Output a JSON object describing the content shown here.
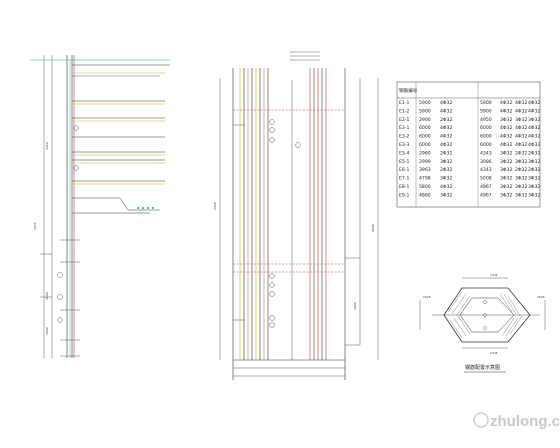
{
  "schedule_table": {
    "columns": [
      "钢筋编号",
      "",
      "",
      "",
      "",
      "",
      ""
    ],
    "rows": [
      [
        "E1-1",
        "5900",
        "4Φ32",
        "5900",
        "4Φ32",
        "4Φ32",
        "4Φ32"
      ],
      [
        "E1-2",
        "5900",
        "4Φ32",
        "5900",
        "4Φ32",
        "4Φ32",
        "4Φ32"
      ],
      [
        "E2-1",
        "2900",
        "2Φ32",
        "4950",
        "3Φ32",
        "3Φ32",
        "3Φ32"
      ],
      [
        "E3-1",
        "6000",
        "4Φ32",
        "6000",
        "4Φ32",
        "4Φ32",
        "4Φ32"
      ],
      [
        "E3-2",
        "6000",
        "4Φ32",
        "6000",
        "4Φ32",
        "4Φ32",
        "4Φ32"
      ],
      [
        "E3-3",
        "6000",
        "4Φ32",
        "6000",
        "4Φ32",
        "4Φ32",
        "4Φ32"
      ],
      [
        "E3-4",
        "2960",
        "2Φ32",
        "4343",
        "3Φ32",
        "2Φ32",
        "2Φ32"
      ],
      [
        "E5-1",
        "2999",
        "3Φ32",
        "3086",
        "3Φ32",
        "3Φ32",
        "3Φ32"
      ],
      [
        "E6-1",
        "3963",
        "2Φ32",
        "4343",
        "3Φ32",
        "2Φ32",
        "2Φ32"
      ],
      [
        "E7-1",
        "4798",
        "3Φ32",
        "5008",
        "3Φ32",
        "3Φ32",
        "3Φ32"
      ],
      [
        "E8-1",
        "5800",
        "4Φ32",
        "4967",
        "3Φ32",
        "3Φ32",
        "3Φ32"
      ],
      [
        "E9-1",
        "4880",
        "3Φ32",
        "4967",
        "3Φ32",
        "3Φ32",
        "3Φ32"
      ]
    ]
  },
  "section_caption": "钢筋配置示意图",
  "section_dims": {
    "top": "1/1Φ",
    "bottom": "1/1Φ",
    "right": "1625",
    "left": "1625"
  },
  "watermark": "zhulong.com",
  "elevation_labels": [
    "2420",
    "3625",
    "4000",
    "2900",
    "2420",
    "4000",
    "4000"
  ],
  "colors": {
    "line": "#333333",
    "red": "#c0392b",
    "green": "#27ae60",
    "yellow": "#d4b000",
    "cyan": "#2aa7b8",
    "pink": "#d96a8a"
  }
}
